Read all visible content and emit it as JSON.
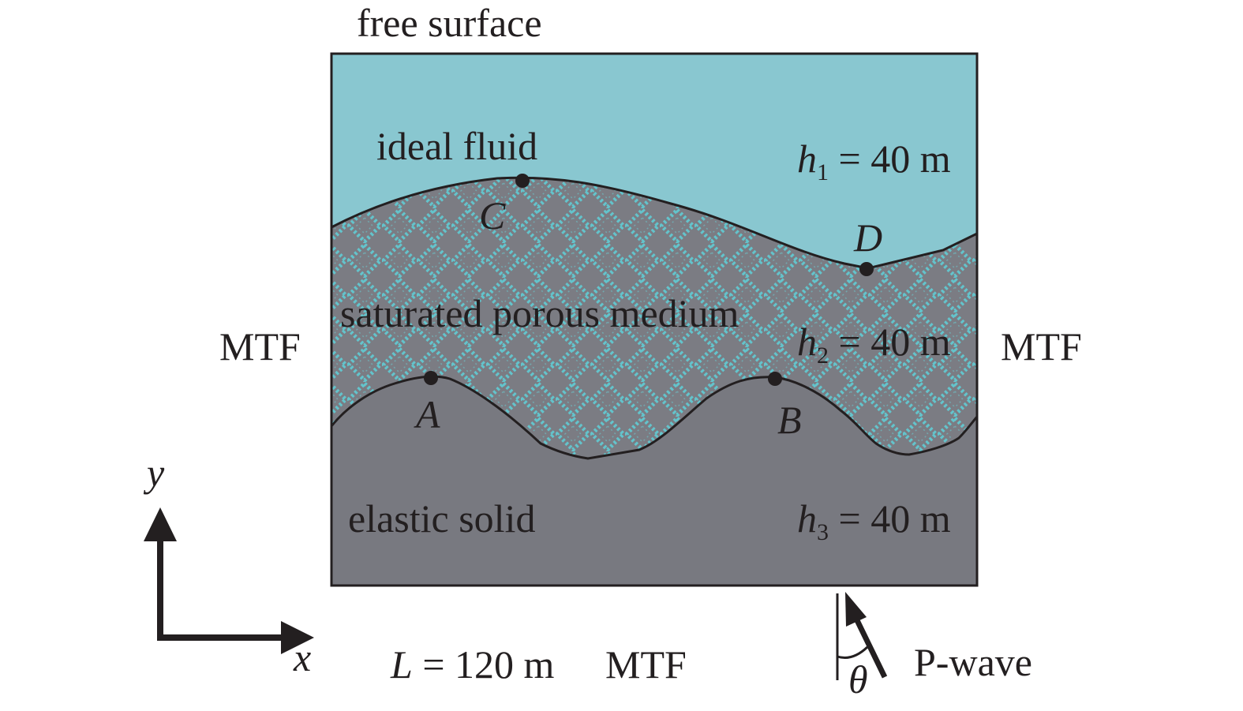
{
  "colors": {
    "fluid": "#89c7d0",
    "porous_bg": "#7b7c83",
    "porous_pattern": "#63c4cc",
    "solid": "#787980",
    "outline": "#231f20"
  },
  "labels": {
    "free_surface": "free surface",
    "ideal_fluid": "ideal fluid",
    "saturated_porous_medium": "saturated porous medium",
    "elastic_solid": "elastic solid",
    "mtf_left": "MTF",
    "mtf_right": "MTF",
    "mtf_bottom": "MTF",
    "length_var": "L",
    "length_value": " = 120 m",
    "h1_var": "h",
    "h1_sub": "1",
    "h1_value": " = 40 m",
    "h2_var": "h",
    "h2_sub": "2",
    "h2_value": " = 40 m",
    "h3_var": "h",
    "h3_sub": "3",
    "h3_value": " = 40 m",
    "axis_x": "x",
    "axis_y": "y",
    "p_wave": "P-wave",
    "theta": "θ"
  },
  "points": {
    "A": "A",
    "B": "B",
    "C": "C",
    "D": "D"
  }
}
